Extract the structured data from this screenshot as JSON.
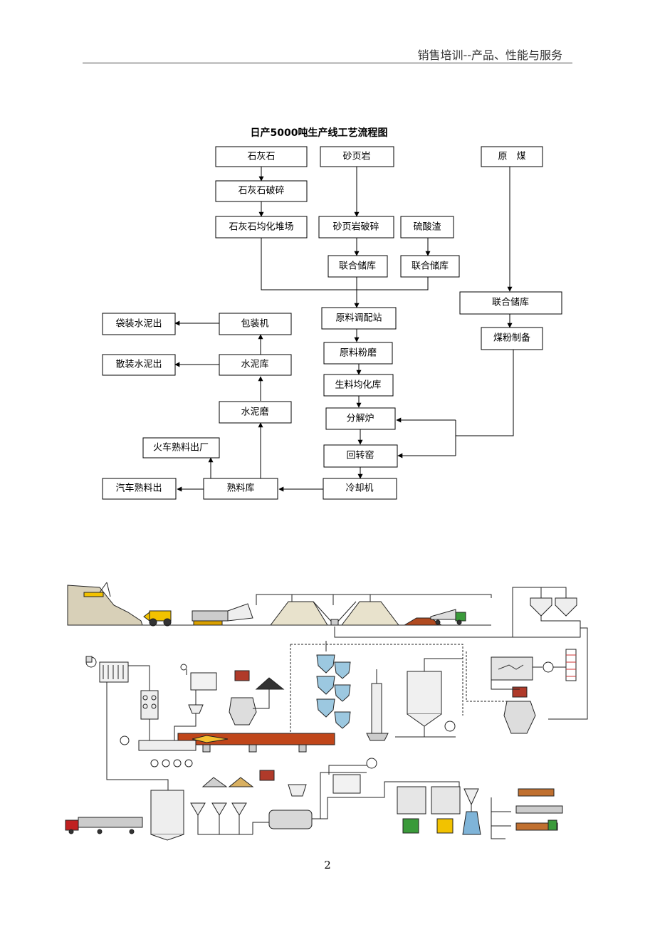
{
  "header": {
    "text": "销售培训--产品、性能与服务"
  },
  "flowchart": {
    "title": "日产5000吨生产线工艺流程图",
    "boxes": {
      "limestone": "石灰石",
      "shale": "砂页岩",
      "raw_coal": "原　煤",
      "limestone_crushing": "石灰石破碎",
      "limestone_yard": "石灰石均化堆场",
      "shale_crushing": "砂页岩破碎",
      "sulfuric_slag": "硫酸渣",
      "joint_storage_1": "联合储库",
      "joint_storage_2": "联合储库",
      "joint_storage_coal": "联合储库",
      "raw_batching": "原料调配站",
      "raw_grinding": "原料粉磨",
      "raw_homogenizing": "生料均化库",
      "calciner": "分解炉",
      "rotary_kiln": "回转窑",
      "cooler": "冷却机",
      "clinker_storage": "熟料库",
      "cement_mill": "水泥磨",
      "cement_silo": "水泥库",
      "packer": "包装机",
      "bagged_out": "袋装水泥出",
      "bulk_out": "散装水泥出",
      "train_clinker_out": "火车熟料出厂",
      "truck_clinker_out": "汽车熟料出",
      "coal_prep": "煤粉制备"
    }
  },
  "page_number": "2",
  "colors": {
    "hill": "#d8d0b8",
    "pile": "#e8e2cc",
    "kiln": "#c0461a",
    "flame": "#f6c030",
    "silo": "#e6e6e6",
    "stroke": "#222222"
  }
}
